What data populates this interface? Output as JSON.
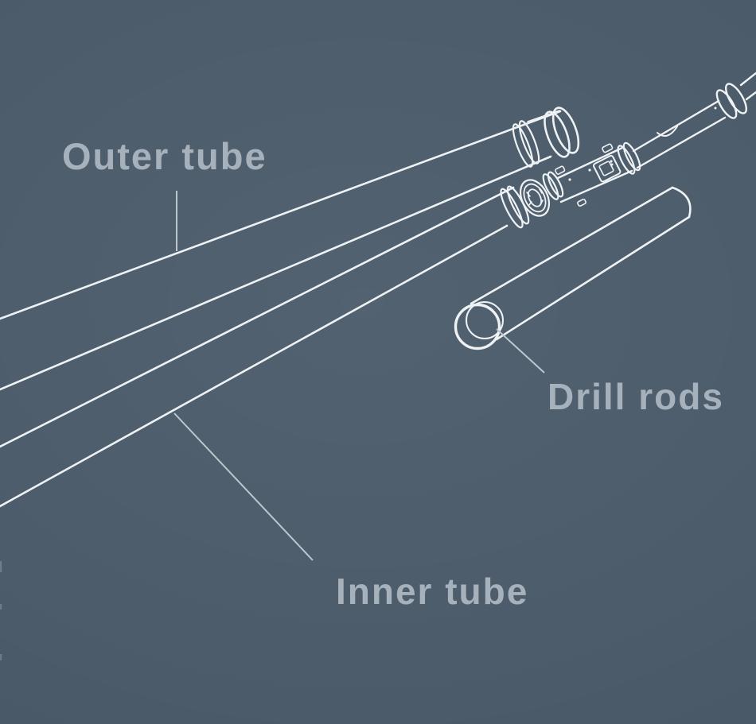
{
  "diagram": {
    "type": "technical-line-illustration",
    "subject": "core drilling tooling components",
    "labels": [
      {
        "id": "outer-tube",
        "text": "Outer tube"
      },
      {
        "id": "drill-rods",
        "text": "Drill rods"
      },
      {
        "id": "inner-tube",
        "text": "Inner tube"
      }
    ],
    "parts": [
      {
        "name": "Outer tube",
        "depiction": "long cylinder upper-left, banded end cap at right"
      },
      {
        "name": "Inner tube",
        "depiction": "long cylinder lower-left with core-barrel head assembly and spearhead connected to drill rod string running to top-right corner"
      },
      {
        "name": "Drill rods",
        "depiction": "separate hollow rod at right, open circular end facing lower-left, rounded far end"
      }
    ],
    "colors": {
      "background": "#4c5c6b",
      "line_art": "#eef2f5",
      "label_text": "#a6b1bb",
      "leader_line": "#bdc7ce",
      "edge_mark": "#93a5b2"
    }
  }
}
